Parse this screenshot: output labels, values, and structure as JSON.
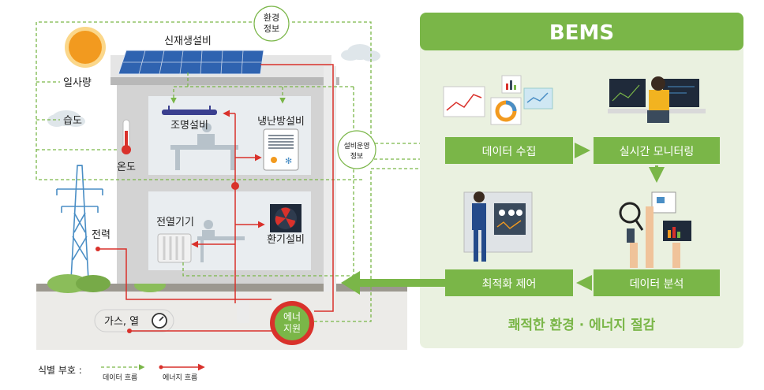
{
  "building": {
    "env_info_line1": "환경",
    "env_info_line2": "정보",
    "renewable": "신재생설비",
    "sunlight": "일사량",
    "humidity": "습도",
    "temperature": "온도",
    "lighting": "조명설비",
    "hvac": "냉난방설비",
    "ops_info_line1": "설비운영",
    "ops_info_line2": "정보",
    "heater": "전열기기",
    "ventilation": "환기설비",
    "power": "전력",
    "gas_heat": "가스, 열",
    "energy_source_line1": "에너",
    "energy_source_line2": "지원"
  },
  "bems": {
    "title": "BEMS",
    "data_collection": "데이터 수집",
    "realtime_monitoring": "실시간 모니터링",
    "data_analysis": "데이터 분석",
    "optimal_control": "최적화 제어",
    "slogan": "쾌적한 환경 · 에너지 절감"
  },
  "legend": {
    "title": "식별 부호 :",
    "data_flow": "데이터 흐름",
    "energy_flow": "에너지 흐름"
  },
  "colors": {
    "bems_green": "#7ab648",
    "panel_bg": "#eaf1e0",
    "data_flow": "#7ab648",
    "energy_flow": "#d9312b",
    "building_gray": "#c8c8c8"
  }
}
